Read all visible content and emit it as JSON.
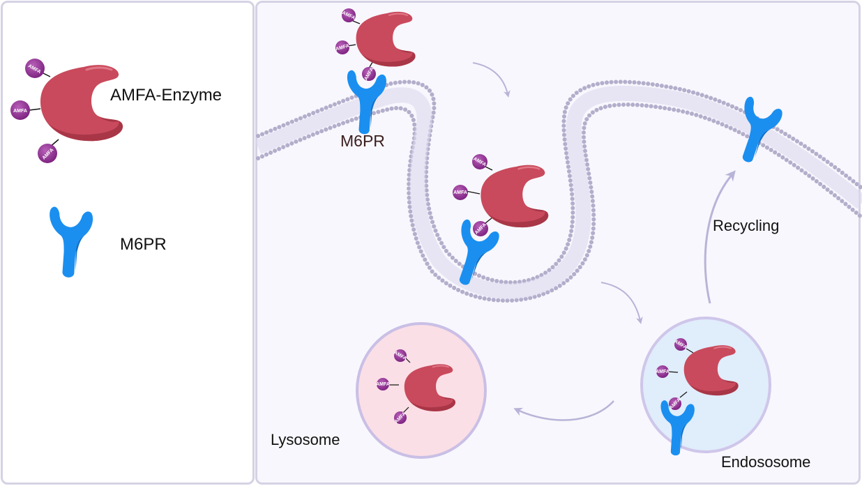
{
  "legend": {
    "enzyme_label": "AMFA-Enzyme",
    "receptor_label": "M6PR"
  },
  "diagram": {
    "receptor_label": "M6PR",
    "recycling_label": "Recycling",
    "lysosome_label": "Lysosome",
    "endosome_label": "Endososome",
    "tag_text": "AMFA"
  },
  "colors": {
    "enzyme": "#c94a5c",
    "enzyme_shadow": "#a83647",
    "tag": "#8c2a8c",
    "receptor": "#1a8ff0",
    "membrane": "#b3aecb",
    "arrow": "#b8b4d8",
    "lysosome_fill": "#fbdfe6",
    "endosome_fill": "#e0edfb",
    "vesicle_border": "#c9bfe6"
  }
}
